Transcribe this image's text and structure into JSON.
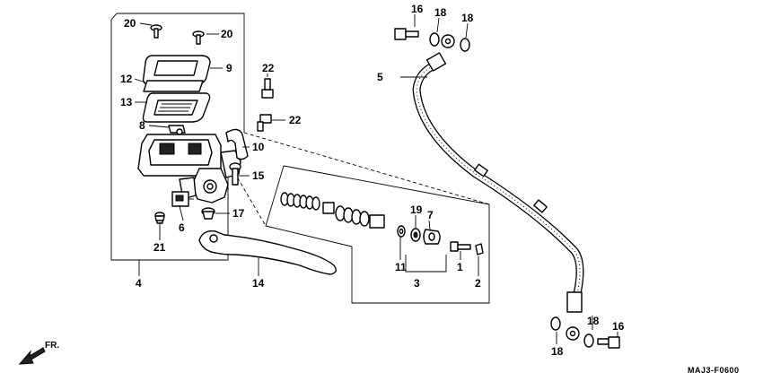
{
  "diagram": {
    "code": "MAJ3-F0600",
    "direction_label": "FR.",
    "callouts": {
      "c1": "1",
      "c2": "2",
      "c3": "3",
      "c4": "4",
      "c5": "5",
      "c6": "6",
      "c7": "7",
      "c8": "8",
      "c9": "9",
      "c10": "10",
      "c11": "11",
      "c12": "12",
      "c13": "13",
      "c14": "14",
      "c15": "15",
      "c16a": "16",
      "c16b": "16",
      "c17": "17",
      "c18a": "18",
      "c18b": "18",
      "c18c": "18",
      "c18d": "18",
      "c19": "19",
      "c20a": "20",
      "c20b": "20",
      "c21": "21",
      "c22a": "22",
      "c22b": "22"
    }
  }
}
